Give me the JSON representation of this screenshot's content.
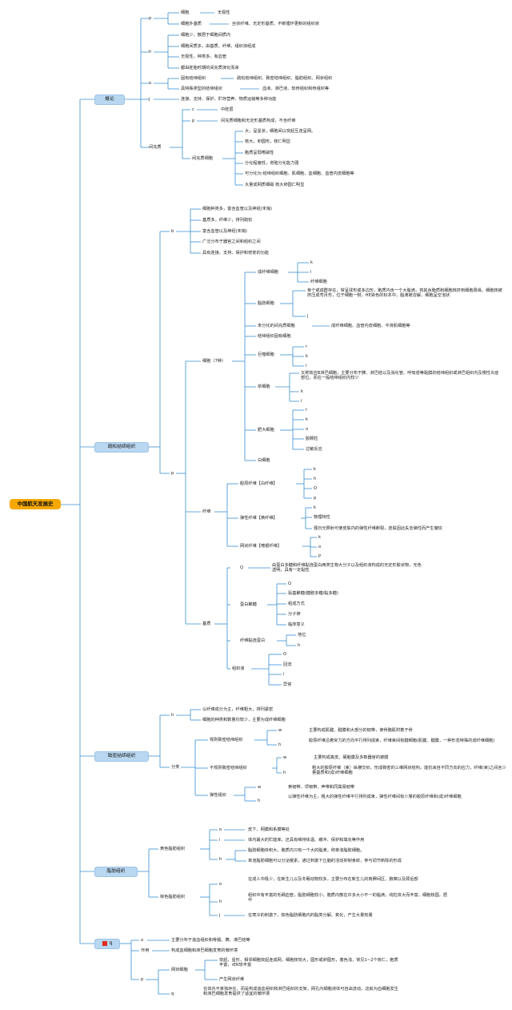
{
  "root": "中国航天发展史",
  "s1": {
    "title": "概论",
    "l_p": "p",
    "l_h": "h",
    "l_o": "o",
    "l_j": "j",
    "p1": "细胞",
    "p1r": "无极性",
    "p2": "细胞外基质",
    "p2r": "丝状纤维、无定形基质、不断循环更新的组织液",
    "h1": "细胞少，散居于细胞间质内",
    "h2": "细胞间质多，由基质、纤维、组织液组成",
    "h3": "无极性，种类多，有血管",
    "h4": "都由胚胎时期的间充质演化而来",
    "o1": "固有结缔组织",
    "o1r": "疏松结缔组织、致密结缔组织、脂肪组织、网状组织",
    "o2": "具特殊类型的结缔组织",
    "o2r": "血液、淋巴液、软骨组织和骨组织等",
    "j": "连接、支持、保护、贮存营养、物质运输等多种功能",
    "jc": "间充质",
    "jc_c": "c",
    "jc_c_t": "中胚层",
    "jc_p": "p",
    "jc_p_t": "间充质细胞和无定形基质构成，不含纤维",
    "jc_cell": "间充质细胞",
    "jc_items": [
      "大，呈星状，细胞间以突起互连呈网。",
      "核大，卵圆形，核仁明显",
      "胞质呈弱嗜碱性",
      "分化程度低，增殖分化能力强",
      "可分化为:结缔组织细胞、肌细胞、血细胞、血管内皮细胞等",
      "大量成网质细磁 核大卵圆仁明显"
    ]
  },
  "s2": {
    "title": "疏松结缔组织",
    "l_b": "b",
    "b_items": [
      "细胞种类多，富含血管以及神经(末梢)",
      "基质多，纤维少，排列疏松",
      "富含血管以及神经(末梢)",
      "广泛分布于器官之间和组织之间",
      "具有连接、支持、保护和修复的功能"
    ],
    "l_p": "p",
    "cells": "细胞（7种）",
    "fib_cell": "成纤维细胞",
    "fib_k": "k",
    "fib_i": "i",
    "fib_x": "纤维细胞",
    "fat": "脂肪细胞",
    "fat_t": "单个或成群存在，常呈球形或多边形，胞质内含一个大脂滴，将其余胞质和细胞核挤到细胞周缘，细胞核被挤压成弯月形，位于细胞一侧，HE染色的标本中，脂滴被溶解，细胞呈空泡状",
    "fat_j": "j",
    "undiff": "未分化的间充质细胞",
    "undiff_r": "成纤维细胞、血管内皮细胞、平滑肌细胞等",
    "undiff2": "结缔组织固有细胞",
    "macro": "巨噬细胞",
    "macro_r": "r",
    "macro_k": "k",
    "macro_i": "i",
    "plasma": "浆细胞",
    "plasma_t": "又称效应B淋巴细胞，主要分布于脾、淋巴结以及消化管、呼吸道等黏膜的结缔组织或淋巴组织内及慢性炎症部位，而在一般结缔组织内较少",
    "plasma_k": "k",
    "plasma_i": "i",
    "mast": "肥大细胞",
    "mast_r": "r",
    "mast_k": "k",
    "mast_o": "o",
    "mast_4": "胶颗粒",
    "mast_5": "过敏反应",
    "wbc": "白细胞",
    "fiber": "纤维",
    "col": "胶原纤维【白纤维】",
    "col_k": "k",
    "col_h": "h",
    "col_o": "O",
    "col_p": "p",
    "ela": "弹性纤维【黄纤维】",
    "ela_k": "k",
    "ela_2": "物理特性",
    "ela_3": "强日光照射可使皮肤内的弹性纤维断裂，皮肤因此失去弹性而产生皱纹",
    "ret": "网状纤维【嗜银纤维】",
    "ret_k": "k",
    "ret_o": "o",
    "ret_p": "P",
    "matrix": "基质",
    "q": "Q",
    "q_t": "由蛋白多糖和纤维黏连蛋白两类生物大分子以及组织液构成的无定形胶状物，无色透明，具有一定黏性",
    "prot": "蛋白聚糖",
    "prot_q": "Q",
    "prot_items": [
      "氨基聚糖(糖胺多糖/黏多糖)",
      "组成方式",
      "分子筛",
      "临床意义"
    ],
    "fn": "纤维黏连蛋白",
    "fn_1": "地位",
    "fn_2": "h",
    "tf": "组织液",
    "tf_items": [
      "O",
      "回流",
      "i",
      "异常"
    ]
  },
  "s3": {
    "title": "致密结缔组织",
    "l_h": "h",
    "h1": "以纤维成分为主，纤维粗大，排列紧密",
    "h2": "细胞的种类和数量均较少，主要为成纤维细胞",
    "cls": "分类",
    "reg": "规则致密结缔组织",
    "reg_w": "w",
    "reg_w_t": "主要构成肌腱、腱膜和大部分的韧带，使骨骼肌附着于骨",
    "reg_h": "h",
    "reg_h_t": "胶原纤维沿着受力的方向平行排列成束，纤维束间有腱细胞(肌腱、腱膜，一种形态特殊的成纤维细胞)",
    "irr": "不规则致密结缔组织",
    "irr_w": "w",
    "irr_w_t": "主要构成真皮、硬脑膜及多数器官的被膜",
    "irr_h": "h",
    "irr_h_t": "粗大的胶原纤维（束）纵横交织，形成致密的三维网状结构，能抗来自不同方向的应力，纤维(束)之间含少量基质和(成)纤维细胞",
    "ela": "弹性组织",
    "ela_w": "w",
    "ela_w_t": "黄韧带、项韧带、声带和同属易韧带",
    "ela_h": "h",
    "ela_h_t": "以弹性纤维为主，粗大的弹性纤维平行排列成束，弹性纤维间有少量的胶原纤维和(成)纤维细胞"
  },
  "s4": {
    "title": "脂肪组织",
    "yel": "黄色脂肪组织",
    "y_o": "o",
    "y_o_t": "皮下、网膜和系膜等处",
    "y_i": "i",
    "y_i_t": "体内最大的贮能库，还具有维持体温、缓冲、保护和填充等作用",
    "y_h": "h",
    "y_h1": "脂肪细胞体积大，胞质内只有一个大的脂滴，称单泡脂肪细胞。",
    "y_h2": "单泡脂肪细胞可以分泌瘦素，通过刺激下丘脑的活动抑制食欲，参与调节新陈的形成",
    "brn": "棕色脂肪组织",
    "b_o": "o",
    "b_o_t": "在成人中极少，在新生儿以及冬眠动物较多，主要分布在新生儿的肩胛间区、腋窝以及颈后部",
    "b_h": "h",
    "b_h_t": "组织中有丰富的毛细血管，脂肪细胞较小，胞质内散在许多大小不一的脂滴，线粒体大而丰富，细胞核圆，居中",
    "b_j": "j",
    "b_j_t": "在寒冷的刺激下，棕色脂肪细胞内的脂类分解、氧化，产生大量热量"
  },
  "s5": {
    "title": "q",
    "o": "o",
    "o_t": "主要分布于造血组织和骨髓、脾、淋巴结等",
    "use": "作用",
    "use_t": "构成血细胞和淋巴细胞发育的微环境",
    "p": "p",
    "net": "网状细胞",
    "net_t": "突起，星形，相邻细胞突起连成网，细胞核较大，圆形或卵圆形，着色浅，常见1~2个核仁，胞质丰富，rER较丰富",
    "net_2": "产生网状纤维",
    "q": "q",
    "q_t": "在体内不单独存在，而是构成造血组织和淋巴组织的支架，网孔内细胞液体可自由流动，这就为血细胞发生和淋巴细胞发育提供了适宜的微环境"
  },
  "colors": {
    "root_fill": "#f6a800",
    "section_fill": "#b9d7f0",
    "line": "#3a8fd2",
    "accent": "#e02b1a"
  }
}
